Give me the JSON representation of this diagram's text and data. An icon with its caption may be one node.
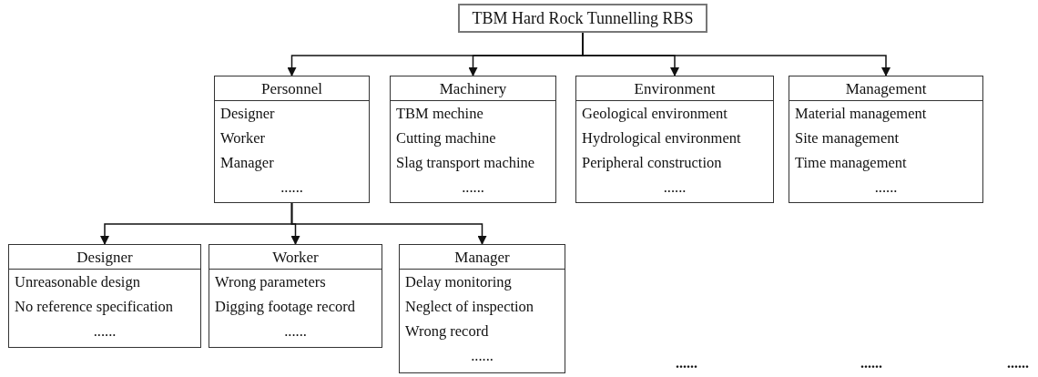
{
  "diagram": {
    "nodes": [
      {
        "text": [
          "TBM Hard Rock Tunnelling RBS"
        ]
      },
      {
        "text": [
          "Personnel",
          "Designer",
          "Worker",
          "Manager",
          "......"
        ]
      },
      {
        "text": [
          "Machinery",
          "TBM mechine",
          "Cutting machine",
          "Slag transport machine",
          "......"
        ]
      },
      {
        "text": [
          "Environment",
          "Geological environment",
          "Hydrological environment",
          "Peripheral construction",
          "......"
        ]
      },
      {
        "text": [
          "Management",
          "Material management",
          "Site management",
          "Time management",
          "......"
        ]
      },
      {
        "text": [
          "Designer",
          "Unreasonable design",
          "No reference specification",
          "......"
        ]
      },
      {
        "text": [
          "Worker",
          "Wrong parameters",
          "Digging footage record",
          "......"
        ]
      },
      {
        "text": [
          "Manager",
          "Delay monitoring",
          "Neglect of inspection",
          "Wrong record",
          "......"
        ]
      }
    ],
    "edges": [
      {
        "from": 0,
        "to": 1,
        "arrow": "to"
      },
      {
        "from": 0,
        "to": 2,
        "arrow": "to"
      },
      {
        "from": 0,
        "to": 3,
        "arrow": "to"
      },
      {
        "from": 0,
        "to": 4,
        "arrow": "to"
      },
      {
        "from": 1,
        "to": 5,
        "arrow": "to"
      },
      {
        "from": 1,
        "to": 6,
        "arrow": "to"
      },
      {
        "from": 1,
        "to": 7,
        "arrow": "to"
      }
    ],
    "labels": [
      "......",
      "......",
      "......"
    ]
  }
}
